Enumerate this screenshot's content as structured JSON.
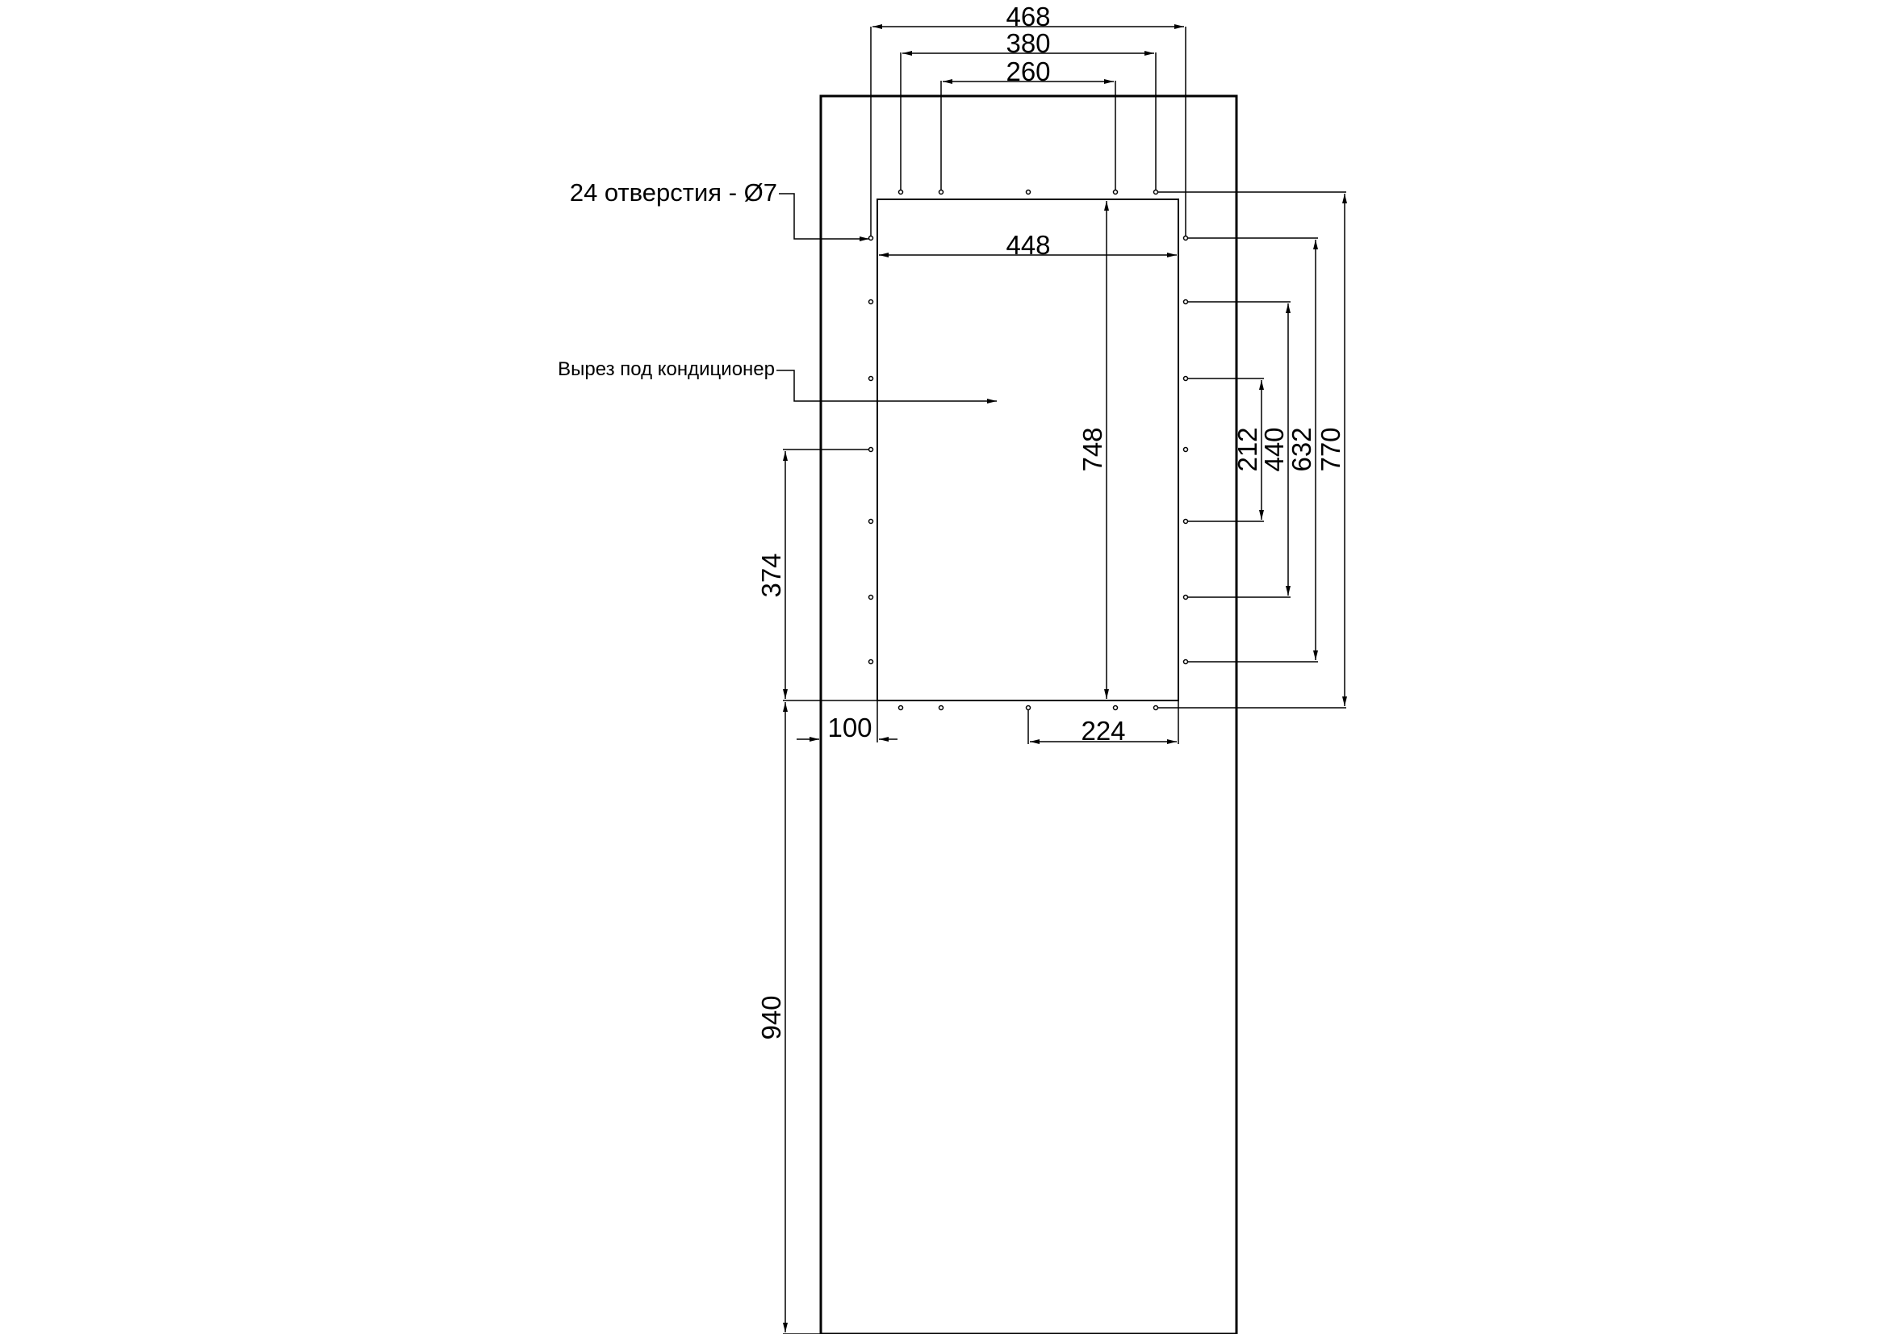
{
  "colors": {
    "ink": "#000000",
    "paper": "#ffffff"
  },
  "labels": {
    "holes_note": "24 отверстия - Ø7",
    "cutout_note": "Вырез под кондиционер"
  },
  "dimensions": {
    "outer_hole_span": "468",
    "top_hole_span": "380",
    "inner_hole_span": "260",
    "cutout_width": "448",
    "cutout_height": "748",
    "hole_span_212": "212",
    "hole_span_440": "440",
    "hole_span_632": "632",
    "hole_span_770": "770",
    "cutout_offset_from_bottom": "374",
    "bottom_to_cutout": "940",
    "side_offset": "100",
    "bottom_hole_offset": "224"
  }
}
